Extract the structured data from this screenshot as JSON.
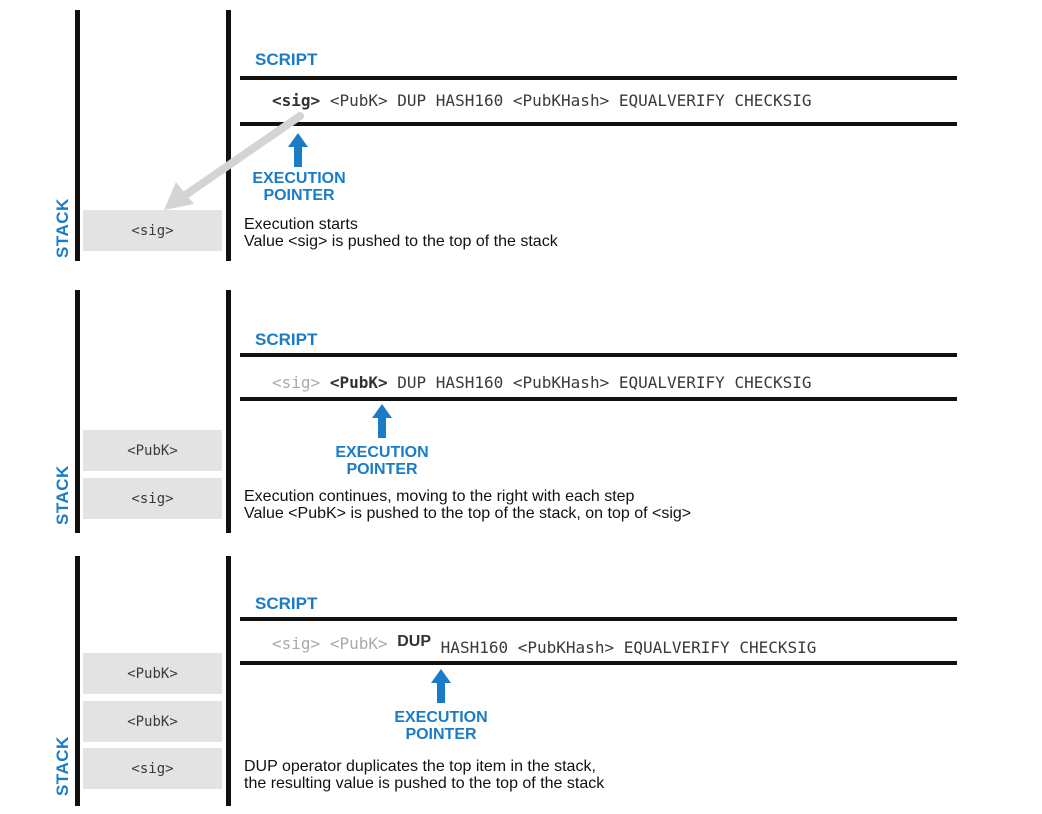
{
  "colors": {
    "accent_blue": "#1a7cc6",
    "stack_item_bg": "#e3e3e3",
    "faded_token": "#aaaaaa",
    "pointer_arrow_gray": "#d4d4d4"
  },
  "panels": [
    {
      "stack_label": "STACK",
      "stack_items": [
        "<sig>"
      ],
      "script_title": "SCRIPT",
      "script_tokens": [
        {
          "text": "<sig>",
          "state": "active"
        },
        {
          "text": "<PubK>",
          "state": "normal"
        },
        {
          "text": "DUP",
          "state": "normal"
        },
        {
          "text": "HASH160",
          "state": "normal"
        },
        {
          "text": "<PubKHash>",
          "state": "normal"
        },
        {
          "text": "EQUALVERIFY",
          "state": "normal"
        },
        {
          "text": "CHECKSIG",
          "state": "normal"
        }
      ],
      "pointer_label": [
        "EXECUTION",
        "POINTER"
      ],
      "description": [
        "Execution starts",
        "Value <sig> is pushed to the top of the stack"
      ]
    },
    {
      "stack_label": "STACK",
      "stack_items": [
        "<PubK>",
        "<sig>"
      ],
      "script_title": "SCRIPT",
      "script_tokens": [
        {
          "text": "<sig>",
          "state": "faded"
        },
        {
          "text": "<PubK>",
          "state": "active"
        },
        {
          "text": "DUP",
          "state": "normal"
        },
        {
          "text": "HASH160",
          "state": "normal"
        },
        {
          "text": "<PubKHash>",
          "state": "normal"
        },
        {
          "text": "EQUALVERIFY",
          "state": "normal"
        },
        {
          "text": "CHECKSIG",
          "state": "normal"
        }
      ],
      "pointer_label": [
        "EXECUTION",
        "POINTER"
      ],
      "description": [
        "Execution continues, moving to the right with each step",
        "Value <PubK> is pushed to the top of the stack, on top of <sig>"
      ]
    },
    {
      "stack_label": "STACK",
      "stack_items": [
        "<PubK>",
        "<PubK>",
        "<sig>"
      ],
      "script_title": "SCRIPT",
      "script_tokens": [
        {
          "text": "<sig>",
          "state": "faded"
        },
        {
          "text": "<PubK>",
          "state": "faded"
        },
        {
          "text": "DUP",
          "state": "active"
        },
        {
          "text": "HASH160",
          "state": "normal"
        },
        {
          "text": "<PubKHash>",
          "state": "normal"
        },
        {
          "text": "EQUALVERIFY",
          "state": "normal"
        },
        {
          "text": "CHECKSIG",
          "state": "normal"
        }
      ],
      "pointer_label": [
        "EXECUTION",
        "POINTER"
      ],
      "description": [
        "DUP operator duplicates the top item in the stack,",
        "the resulting value is pushed to the top of the stack"
      ]
    }
  ]
}
